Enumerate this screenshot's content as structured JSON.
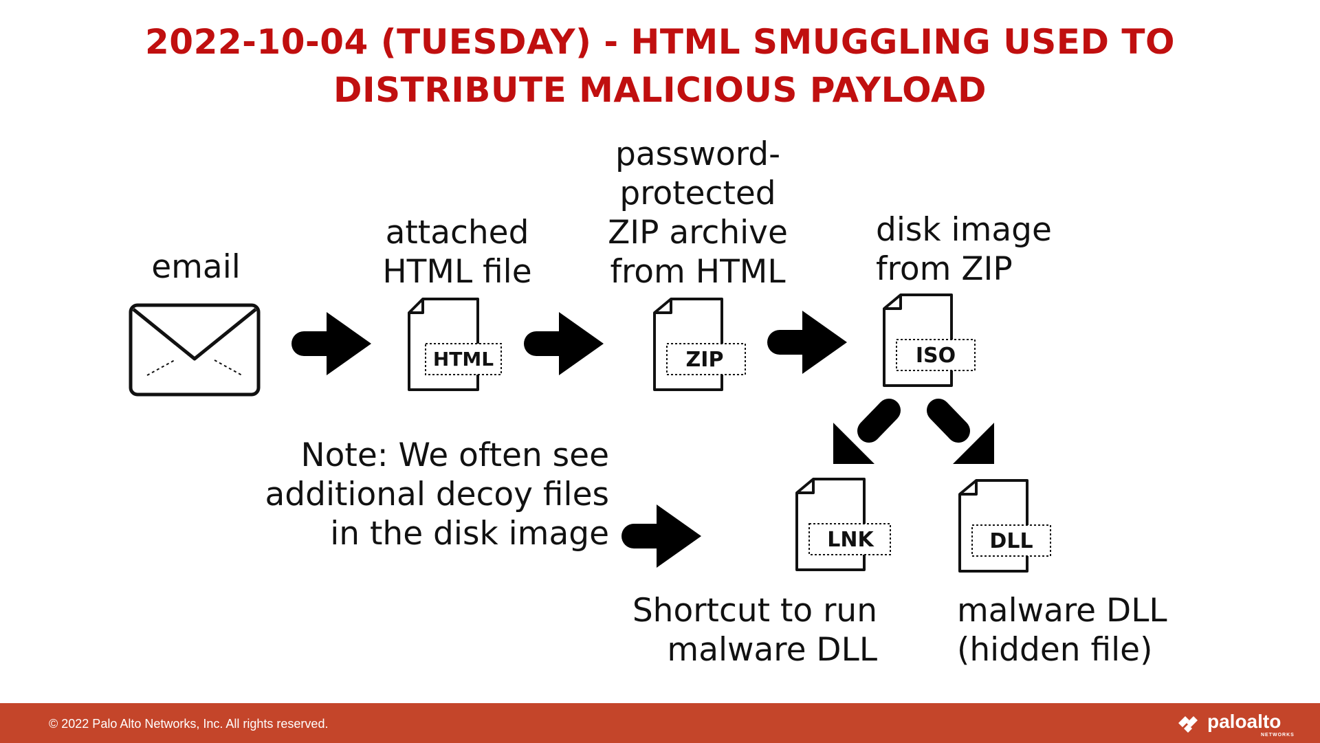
{
  "title": {
    "line1": "2022-10-04 (TUESDAY) - HTML SMUGGLING USED TO",
    "line2": "DISTRIBUTE MALICIOUS PAYLOAD"
  },
  "colors": {
    "title": "#c00f0f",
    "footer": "#c4452a",
    "ink": "#111111"
  },
  "steps": {
    "email": {
      "label": "email",
      "icon": "envelope-icon"
    },
    "html": {
      "label_lines": [
        "attached",
        "HTML file"
      ],
      "tag": "HTML",
      "icon": "document-icon"
    },
    "zip": {
      "label_lines": [
        "password-",
        "protected",
        "ZIP archive",
        "from HTML"
      ],
      "tag": "ZIP",
      "icon": "document-icon"
    },
    "iso": {
      "label_lines": [
        "disk image",
        "from ZIP"
      ],
      "tag": "ISO",
      "icon": "document-icon"
    },
    "lnk": {
      "label_lines": [
        "Shortcut to run",
        "malware DLL"
      ],
      "tag": "LNK",
      "icon": "document-icon"
    },
    "dll": {
      "label_lines": [
        "malware DLL",
        "(hidden file)"
      ],
      "tag": "DLL",
      "icon": "document-icon"
    }
  },
  "note": {
    "lines": [
      "Note: We often see",
      "additional decoy files",
      "in the disk image"
    ]
  },
  "footer": {
    "copyright": "© 2022 Palo Alto Networks, Inc. All rights reserved.",
    "brand": "paloalto",
    "brand_sub": "NETWORKS"
  }
}
